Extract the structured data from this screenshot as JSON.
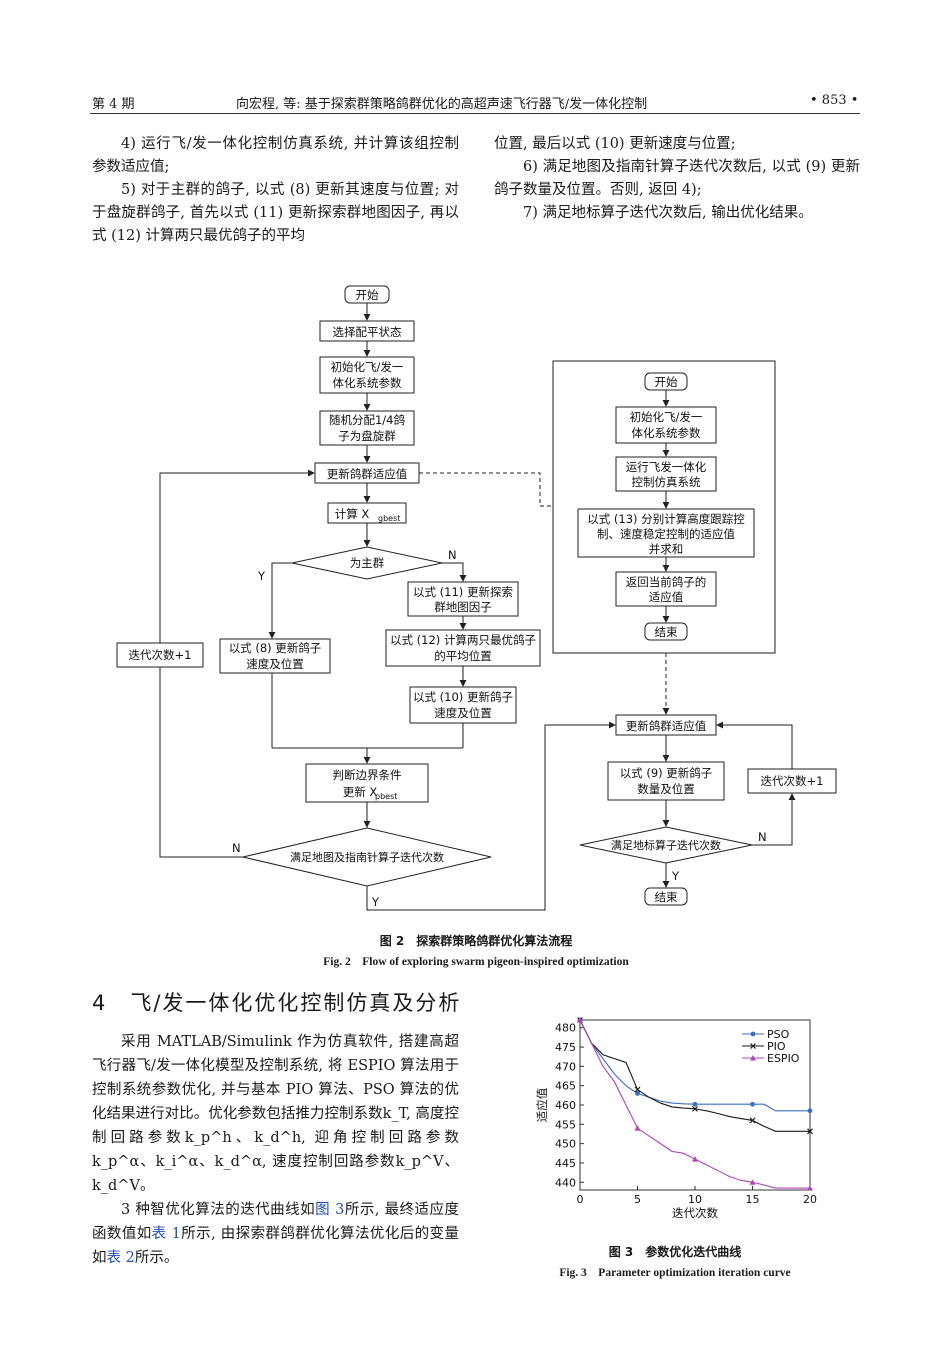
{
  "header": {
    "issue": "第 4 期",
    "title": "向宏程, 等: 基于探索群策略鸽群优化的高超声速飞行器飞/发一体化控制",
    "page": "• 853 •"
  },
  "left_col": {
    "p1": "4) 运行飞/发一体化控制仿真系统, 并计算该组控制参数适应值;",
    "p2": "5) 对于主群的鸽子, 以式 (8) 更新其速度与位置; 对于盘旋群鸽子, 首先以式 (11) 更新探索群地图因子, 再以式 (12) 计算两只最优鸽子的平均"
  },
  "right_col": {
    "p1": "位置, 最后以式 (10) 更新速度与位置;",
    "p2": "6) 满足地图及指南针算子迭代次数后, 以式 (9) 更新鸽子数量及位置。否则, 返回 4);",
    "p3": "7) 满足地标算子迭代次数后, 输出优化结果。"
  },
  "flowchart": {
    "start": "开始",
    "select_trim": "选择配平状态",
    "init_a": "初始化飞/发一",
    "init_b": "体化系统参数",
    "assign_a": "随机分配1/4鸽",
    "assign_b": "子为盘旋群",
    "update_fit": "更新鸽群适应值",
    "calc_gbest": "计算 X",
    "gbest_sub": "gbest",
    "is_main": "为主群",
    "yes": "Y",
    "no": "N",
    "eq11_a": "以式 (11) 更新探索",
    "eq11_b": "群地图因子",
    "eq12_a": "以式 (12) 计算两只最优鸽子",
    "eq12_b": "的平均位置",
    "eq10_a": "以式 (10) 更新鸽子",
    "eq10_b": "速度及位置",
    "eq8_a": "以式 (8) 更新鸽子",
    "eq8_b": "速度及位置",
    "iter_inc": "迭代次数+1",
    "boundary_a": "判断边界条件",
    "boundary_b": "更新 X",
    "pbest_sub": "pbest",
    "map_cond": "满足地图及指南针算子迭代次数",
    "sub_start": "开始",
    "sub_init_a": "初始化飞/发一",
    "sub_init_b": "体化系统参数",
    "sub_run_a": "运行飞发一体化",
    "sub_run_b": "控制仿真系统",
    "sub_eq13_a": "以式 (13) 分别计算高度跟踪控",
    "sub_eq13_b": "制、速度稳定控制的适应值",
    "sub_eq13_c": "并求和",
    "sub_return_a": "返回当前鸽子的",
    "sub_return_b": "适应值",
    "sub_end": "结束",
    "r_update_fit": "更新鸽群适应值",
    "r_eq9_a": "以式 (9) 更新鸽子",
    "r_eq9_b": "数量及位置",
    "r_iter_inc": "迭代次数+1",
    "landmark_cond": "满足地标算子迭代次数",
    "end": "结束"
  },
  "fig2_caption": {
    "cn": "图 2　探索群策略鸽群优化算法流程",
    "en": "Fig. 2　Flow of exploring swarm pigeon-inspired optimization"
  },
  "section": {
    "title": "4　飞/发一体化优化控制仿真及分析"
  },
  "body": {
    "p1": "采用 MATLAB/Simulink 作为仿真软件, 搭建高超飞行器飞/发一体化模型及控制系统, 将 ESPIO 算法用于控制系统参数优化, 并与基本 PIO 算法、PSO 算法的优化结果进行对比。优化参数包括推力控制系数k_T, 高度控制回路参数k_p^h、k_d^h, 迎角控制回路参数k_p^α、k_i^α、k_d^α, 速度控制回路参数k_p^V、k_d^V。",
    "p2_a": "3 种智优化算法的迭代曲线如",
    "p2_link1": "图 3",
    "p2_b": "所示, 最终适应度函数值如",
    "p2_link2": "表 1",
    "p2_c": "所示, 由探索群鸽群优化算法优化后的变量如",
    "p2_link3": "表 2",
    "p2_d": "所示。"
  },
  "chart_data": {
    "type": "line",
    "title": "",
    "xlabel": "迭代次数",
    "ylabel": "适应值",
    "xlim": [
      0,
      20
    ],
    "ylim": [
      438,
      482
    ],
    "xticks": [
      0,
      5,
      10,
      15,
      20
    ],
    "yticks": [
      440,
      445,
      450,
      455,
      460,
      465,
      470,
      475,
      480
    ],
    "legend_position": "top-right",
    "grid": false,
    "series": [
      {
        "name": "PSO",
        "color": "#3a6fc4",
        "marker": "circle",
        "x": [
          0,
          1,
          2,
          3,
          4,
          5,
          6,
          7,
          8,
          9,
          10,
          11,
          12,
          13,
          14,
          15,
          16,
          17,
          18,
          19,
          20
        ],
        "y": [
          482,
          476,
          472,
          468,
          465,
          463,
          462,
          461,
          460.5,
          460.3,
          460.2,
          460.2,
          460.2,
          460.2,
          460.2,
          460.2,
          460.2,
          458.5,
          458.5,
          458.5,
          458.5
        ]
      },
      {
        "name": "PIO",
        "color": "#1a1a1a",
        "marker": "x",
        "x": [
          0,
          1,
          2,
          3,
          4,
          5,
          6,
          7,
          8,
          9,
          10,
          11,
          12,
          13,
          14,
          15,
          16,
          17,
          18,
          19,
          20
        ],
        "y": [
          482,
          476,
          473,
          472,
          471,
          464,
          462,
          460.5,
          459.5,
          459.2,
          459,
          458.5,
          457.8,
          457,
          456.5,
          456,
          454.5,
          453.2,
          453.2,
          453.2,
          453.2
        ]
      },
      {
        "name": "ESPIO",
        "color": "#b045b8",
        "marker": "triangle",
        "x": [
          0,
          1,
          2,
          3,
          4,
          5,
          6,
          7,
          8,
          9,
          10,
          11,
          12,
          13,
          14,
          15,
          16,
          17,
          18,
          19,
          20
        ],
        "y": [
          482,
          476,
          470,
          466,
          460,
          454,
          452,
          450,
          448,
          447.5,
          446,
          444.5,
          443,
          441.5,
          440.5,
          440,
          439.3,
          438.5,
          438.5,
          438.5,
          438.5
        ]
      }
    ]
  },
  "fig3_caption": {
    "cn": "图 3　参数优化迭代曲线",
    "en": "Fig. 3　Parameter optimization iteration curve"
  }
}
